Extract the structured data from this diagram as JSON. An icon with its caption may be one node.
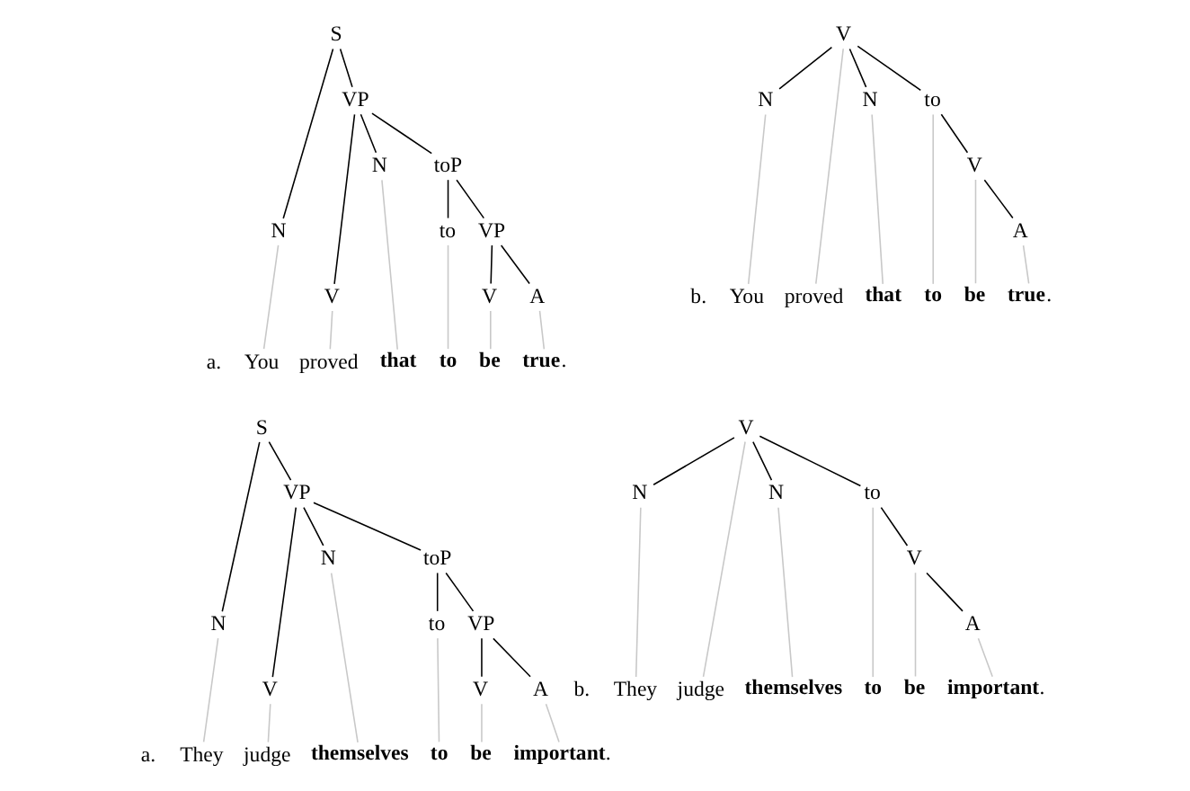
{
  "diagram": {
    "nodes": [
      {
        "text": [
          "S"
        ]
      },
      {
        "text": [
          "N"
        ]
      },
      {
        "text": [
          "VP"
        ]
      },
      {
        "text": [
          "V"
        ]
      },
      {
        "text": [
          "N"
        ]
      },
      {
        "text": [
          "toP"
        ]
      },
      {
        "text": [
          "to"
        ]
      },
      {
        "text": [
          "VP"
        ]
      },
      {
        "text": [
          "V"
        ]
      },
      {
        "text": [
          "A"
        ]
      },
      {
        "text": [
          "You"
        ]
      },
      {
        "text": [
          "proved"
        ]
      },
      {
        "text": [
          "**that**"
        ]
      },
      {
        "text": [
          "**to**"
        ]
      },
      {
        "text": [
          "**be**"
        ]
      },
      {
        "text": [
          "**true**."
        ]
      },
      {
        "text": [
          "V"
        ]
      },
      {
        "text": [
          "N"
        ]
      },
      {
        "text": [
          "N"
        ]
      },
      {
        "text": [
          "to"
        ]
      },
      {
        "text": [
          "V"
        ]
      },
      {
        "text": [
          "A"
        ]
      },
      {
        "text": [
          "You"
        ]
      },
      {
        "text": [
          "proved"
        ]
      },
      {
        "text": [
          "**that**"
        ]
      },
      {
        "text": [
          "**to**"
        ]
      },
      {
        "text": [
          "**be**"
        ]
      },
      {
        "text": [
          "**true**."
        ]
      },
      {
        "text": [
          "S"
        ]
      },
      {
        "text": [
          "N"
        ]
      },
      {
        "text": [
          "VP"
        ]
      },
      {
        "text": [
          "V"
        ]
      },
      {
        "text": [
          "N"
        ]
      },
      {
        "text": [
          "toP"
        ]
      },
      {
        "text": [
          "to"
        ]
      },
      {
        "text": [
          "VP"
        ]
      },
      {
        "text": [
          "V"
        ]
      },
      {
        "text": [
          "A"
        ]
      },
      {
        "text": [
          "They"
        ]
      },
      {
        "text": [
          "judge"
        ]
      },
      {
        "text": [
          "**themselves**"
        ]
      },
      {
        "text": [
          "**to**"
        ]
      },
      {
        "text": [
          "**be**"
        ]
      },
      {
        "text": [
          "**important**."
        ]
      },
      {
        "text": [
          "V"
        ]
      },
      {
        "text": [
          "N"
        ]
      },
      {
        "text": [
          "N"
        ]
      },
      {
        "text": [
          "to"
        ]
      },
      {
        "text": [
          "V"
        ]
      },
      {
        "text": [
          "A"
        ]
      },
      {
        "text": [
          "They"
        ]
      },
      {
        "text": [
          "judge"
        ]
      },
      {
        "text": [
          "**themselves**"
        ]
      },
      {
        "text": [
          "**to**"
        ]
      },
      {
        "text": [
          "**be**"
        ]
      },
      {
        "text": [
          "**important**."
        ]
      }
    ],
    "edges": [
      {
        "from": 0,
        "to": 1,
        "arrow": "none"
      },
      {
        "from": 0,
        "to": 2,
        "arrow": "none"
      },
      {
        "from": 2,
        "to": 3,
        "arrow": "none"
      },
      {
        "from": 2,
        "to": 4,
        "arrow": "none"
      },
      {
        "from": 2,
        "to": 5,
        "arrow": "none"
      },
      {
        "from": 5,
        "to": 6,
        "arrow": "none"
      },
      {
        "from": 5,
        "to": 7,
        "arrow": "none"
      },
      {
        "from": 7,
        "to": 8,
        "arrow": "none"
      },
      {
        "from": 7,
        "to": 9,
        "arrow": "none"
      },
      {
        "from": 1,
        "to": 10,
        "arrow": "none",
        "color": "#c8c8c8"
      },
      {
        "from": 3,
        "to": 11,
        "arrow": "none",
        "color": "#c8c8c8"
      },
      {
        "from": 4,
        "to": 12,
        "arrow": "none",
        "color": "#c8c8c8"
      },
      {
        "from": 6,
        "to": 13,
        "arrow": "none",
        "color": "#c8c8c8"
      },
      {
        "from": 8,
        "to": 14,
        "arrow": "none",
        "color": "#c8c8c8"
      },
      {
        "from": 9,
        "to": 15,
        "arrow": "none",
        "color": "#c8c8c8"
      },
      {
        "from": 16,
        "to": 17,
        "arrow": "none"
      },
      {
        "from": 16,
        "to": 18,
        "arrow": "none"
      },
      {
        "from": 16,
        "to": 19,
        "arrow": "none"
      },
      {
        "from": 19,
        "to": 20,
        "arrow": "none"
      },
      {
        "from": 20,
        "to": 21,
        "arrow": "none"
      },
      {
        "from": 17,
        "to": 22,
        "arrow": "none",
        "color": "#c8c8c8"
      },
      {
        "from": 16,
        "to": 23,
        "arrow": "none",
        "color": "#c8c8c8"
      },
      {
        "from": 18,
        "to": 24,
        "arrow": "none",
        "color": "#c8c8c8"
      },
      {
        "from": 19,
        "to": 25,
        "arrow": "none",
        "color": "#c8c8c8"
      },
      {
        "from": 20,
        "to": 26,
        "arrow": "none",
        "color": "#c8c8c8"
      },
      {
        "from": 21,
        "to": 27,
        "arrow": "none",
        "color": "#c8c8c8"
      },
      {
        "from": 28,
        "to": 29,
        "arrow": "none"
      },
      {
        "from": 28,
        "to": 30,
        "arrow": "none"
      },
      {
        "from": 30,
        "to": 31,
        "arrow": "none"
      },
      {
        "from": 30,
        "to": 32,
        "arrow": "none"
      },
      {
        "from": 30,
        "to": 33,
        "arrow": "none"
      },
      {
        "from": 33,
        "to": 34,
        "arrow": "none"
      },
      {
        "from": 33,
        "to": 35,
        "arrow": "none"
      },
      {
        "from": 35,
        "to": 36,
        "arrow": "none"
      },
      {
        "from": 35,
        "to": 37,
        "arrow": "none"
      },
      {
        "from": 29,
        "to": 38,
        "arrow": "none",
        "color": "#c8c8c8"
      },
      {
        "from": 31,
        "to": 39,
        "arrow": "none",
        "color": "#c8c8c8"
      },
      {
        "from": 32,
        "to": 40,
        "arrow": "none",
        "color": "#c8c8c8"
      },
      {
        "from": 34,
        "to": 41,
        "arrow": "none",
        "color": "#c8c8c8"
      },
      {
        "from": 36,
        "to": 42,
        "arrow": "none",
        "color": "#c8c8c8"
      },
      {
        "from": 37,
        "to": 43,
        "arrow": "none",
        "color": "#c8c8c8"
      },
      {
        "from": 44,
        "to": 45,
        "arrow": "none"
      },
      {
        "from": 44,
        "to": 46,
        "arrow": "none"
      },
      {
        "from": 44,
        "to": 47,
        "arrow": "none"
      },
      {
        "from": 47,
        "to": 48,
        "arrow": "none"
      },
      {
        "from": 48,
        "to": 49,
        "arrow": "none"
      },
      {
        "from": 45,
        "to": 50,
        "arrow": "none",
        "color": "#c8c8c8"
      },
      {
        "from": 44,
        "to": 51,
        "arrow": "none",
        "color": "#c8c8c8"
      },
      {
        "from": 46,
        "to": 52,
        "arrow": "none",
        "color": "#c8c8c8"
      },
      {
        "from": 47,
        "to": 53,
        "arrow": "none",
        "color": "#c8c8c8"
      },
      {
        "from": 48,
        "to": 54,
        "arrow": "none",
        "color": "#c8c8c8"
      },
      {
        "from": 49,
        "to": 55,
        "arrow": "none",
        "color": "#c8c8c8"
      }
    ],
    "labels": [
      "a.",
      "b.",
      "a.",
      "b."
    ]
  }
}
